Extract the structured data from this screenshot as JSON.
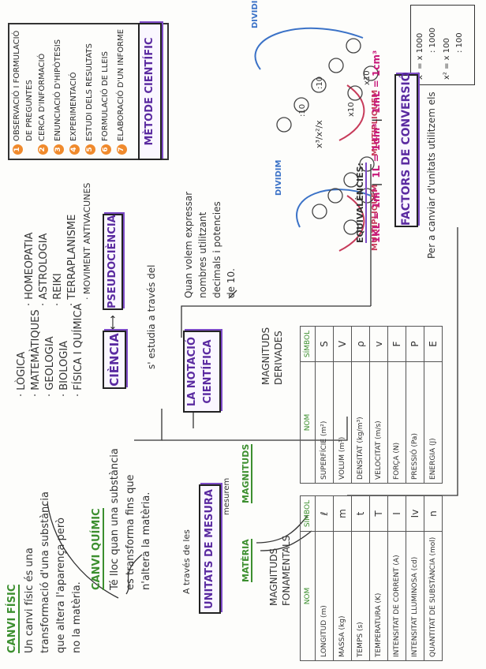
{
  "canvi": {
    "fisic_title": "CANVI FÍSIC",
    "fisic_text": [
      "Un canvi físic és una",
      "transformació d'una substància",
      "que altera l'aparença però",
      "no la matèria."
    ],
    "quimic_title": "CANVI QUÍMIC",
    "quimic_text": [
      "Té lloc quan una substància",
      "es transforma fins que",
      "n'altera la matèria."
    ]
  },
  "ciencies": {
    "list": [
      "LÒGICA",
      "MATEMÀTIQUES",
      "GEOLOGIA",
      "BIOLOGIA",
      "FÍSICA I QUÍMICA"
    ]
  },
  "pseudo": {
    "list_left": [
      "HOMEOPATIA",
      "ASTROLOGIA",
      "REIKI",
      "TERRAPLANISME"
    ],
    "list_extra": "MOVIMENT ANTIVACUNES"
  },
  "boxes": {
    "ciencia": "CIÈNCIA",
    "pseudociencia": "PSEUDOCIÈNCIA",
    "unitats": "UNITATS DE MESURA",
    "notacio": [
      "LA NOTACIÓ",
      "CIENTÍFICA"
    ],
    "metode": "MÈTODE CIENTÍFIC",
    "factors": "FACTORS DE CONVERSIÓ"
  },
  "labels": {
    "estudia": "s' estudia a través del",
    "a_traves": "A través de les",
    "mesurem": "mesurem",
    "materia": "MATÈRIA",
    "magnituds": "MAGNITUDS",
    "mag_fon": [
      "MAGNITUDS",
      "FONAMENTALS"
    ],
    "mag_der": [
      "MAGNITUDS",
      "DERIVADES"
    ],
    "notacio_text": [
      "Quan volem expressar",
      "nombres utilitzant",
      "decimals i potencies",
      "de 10."
    ],
    "per_canviar": "Per a canviar d'unitats utilitzem els",
    "equivalencies": "EQUIVALÈNCIES:",
    "equiv": [
      "1KL = 1m³",
      "1L = 1dm³",
      "1mL = 1cm³"
    ],
    "dividim": "DIVIDIM",
    "multipliquem": "MULTIPLIQUEM",
    "x10": "x10",
    "div10": ":10",
    "powers": "x³/x²/x",
    "rules": [
      "x³ = x 1000",
      ": 1000",
      "x² = x 100",
      ": 100"
    ]
  },
  "metode": {
    "steps": [
      {
        "n": "1",
        "text": "OBSERVACIÓ I FORMULACIÓ"
      },
      {
        "n": "",
        "text": "DE PREGUNTES"
      },
      {
        "n": "2",
        "text": "CERCA D'INFORMACIÓ"
      },
      {
        "n": "3",
        "text": "ENUNCIACIÓ D'HIPÒTESIS"
      },
      {
        "n": "4",
        "text": "EXPERIMENTACIÓ"
      },
      {
        "n": "5",
        "text": "ESTUDI DELS RESULTATS"
      },
      {
        "n": "6",
        "text": "FORMULACIÓ DE LLEIS"
      },
      {
        "n": "7",
        "text": "ELABORACIÓ D'UN INFORME"
      }
    ]
  },
  "tables": {
    "fonamentals": {
      "headers": [
        "NOM",
        "SÍMBOL"
      ],
      "rows": [
        [
          "LONGITUD (m)",
          "ℓ"
        ],
        [
          "MASSA (kg)",
          "m"
        ],
        [
          "TEMPS (s)",
          "t"
        ],
        [
          "TEMPERATURA (K)",
          "T"
        ],
        [
          "INTENSITAT DE CORRENT (A)",
          "I"
        ],
        [
          "INTENSITAT LLUMINOSA (cd)",
          "Iv"
        ],
        [
          "QUANTITAT DE SUBSTÀNCIA (mol)",
          "n"
        ]
      ]
    },
    "derivades": {
      "headers": [
        "NOM",
        "SÍMBOL"
      ],
      "rows": [
        [
          "SUPERFÍCIE (m²)",
          "S"
        ],
        [
          "VOLUM (m³)",
          "V"
        ],
        [
          "DENSITAT (kg/m³)",
          "ρ"
        ],
        [
          "VELOCITAT (m/s)",
          "v"
        ],
        [
          "FORÇA (N)",
          "F"
        ],
        [
          "PRESSIÓ (Pa)",
          "P"
        ],
        [
          "ENERGIA (J)",
          "E"
        ]
      ]
    }
  }
}
